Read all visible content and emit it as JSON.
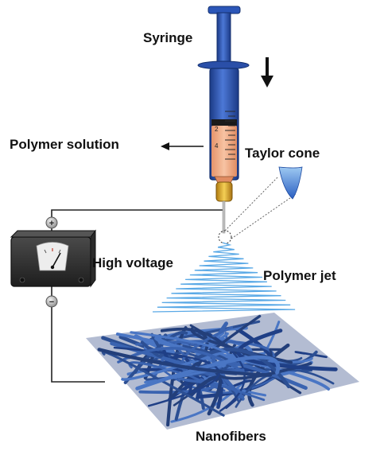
{
  "labels": {
    "syringe": "Syringe",
    "polymer_solution": "Polymer solution",
    "taylor_cone": "Taylor cone",
    "high_voltage": "High voltage",
    "polymer_jet": "Polymer jet",
    "nanofibers": "Nanofibers"
  },
  "terminals": {
    "positive": "+",
    "negative": "−"
  },
  "syringe_scale_marks": [
    "2",
    "4"
  ],
  "icons": [
    "syringe-icon",
    "voltmeter-icon",
    "arrow-down-icon",
    "arrow-left-icon",
    "taylor-cone-icon",
    "nanofiber-mat-icon"
  ],
  "colors": {
    "syringe_blue": "#2a4fa8",
    "polymer_fill": "#f2b08c",
    "needle_gold": "#d9a520",
    "jet_blue": "#5aa9e6",
    "fiber_blue": "#2c4f93",
    "device_dark": "#2f2f2f",
    "wire": "#222222"
  }
}
